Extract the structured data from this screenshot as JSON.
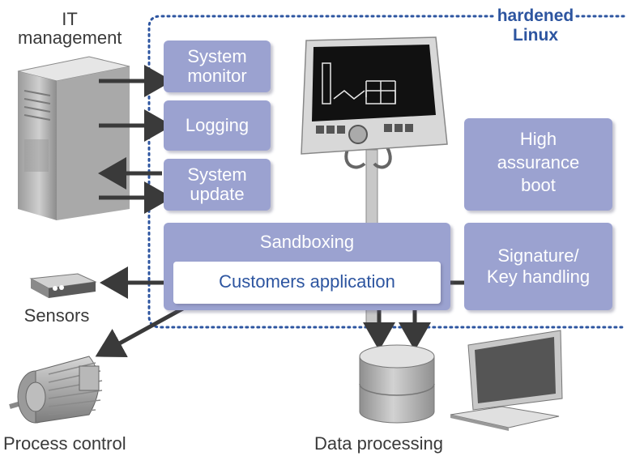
{
  "labels": {
    "it_management": [
      "IT",
      "management"
    ],
    "hardened": [
      "hardened",
      "Linux"
    ],
    "sensors": "Sensors",
    "process_control": "Process control",
    "data_processing": "Data processing"
  },
  "boxes": {
    "system_monitor": [
      "System",
      "monitor"
    ],
    "logging": "Logging",
    "system_update": [
      "System",
      "update"
    ],
    "high_assurance_boot": [
      "High",
      "assurance",
      "boot"
    ],
    "sandboxing": "Sandboxing",
    "customers_application": "Customers application",
    "signature_key": [
      "Signature/",
      "Key handling"
    ]
  },
  "colors": {
    "box_fill": "#9ba2d0",
    "dotted_border": "#2d55a0",
    "arrow": "#3a3a3a"
  }
}
